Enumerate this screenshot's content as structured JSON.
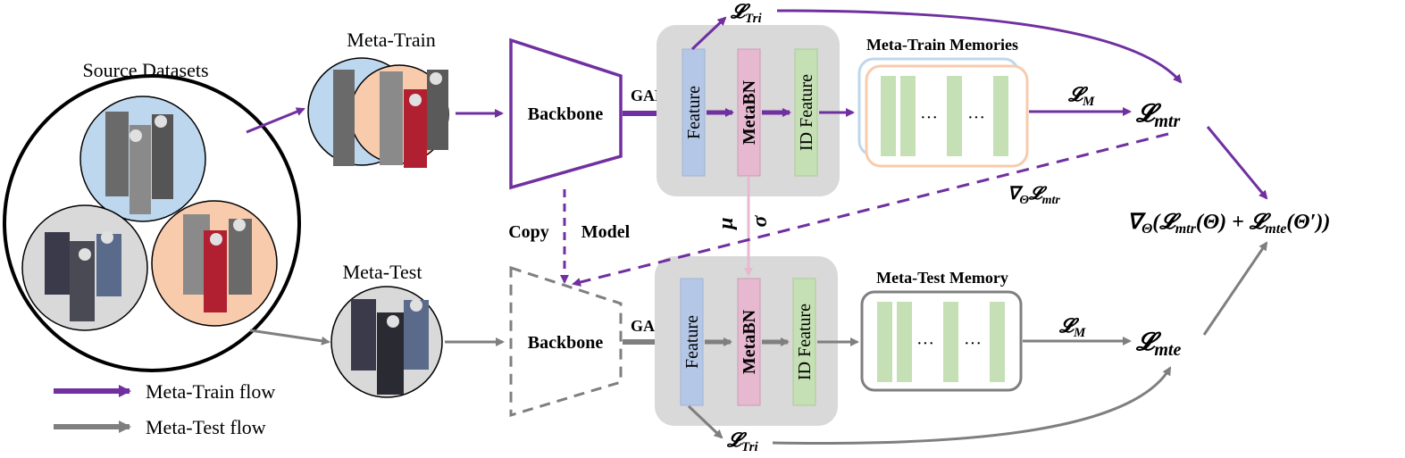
{
  "colors": {
    "train_flow": "#7030a0",
    "test_flow": "#7f7f7f",
    "feature_fill": "#b4c7e7",
    "metabn_fill": "#e6b9d1",
    "id_feature_fill": "#c5e0b4",
    "memory_cell": "#c5e0b4",
    "panel_gray": "#d9d9d9",
    "dataset_blue": "#bdd7ee",
    "dataset_orange": "#f8cbad",
    "dataset_gray": "#d9d9d9",
    "memory_blue_border": "#bdd7ee",
    "memory_orange_border": "#f8cbad",
    "pink_arrow": "#e6b9d1"
  },
  "labels": {
    "source_datasets": "Source Datasets",
    "meta_train": "Meta-Train",
    "meta_test": "Meta-Test",
    "backbone_top": "Backbone",
    "backbone_bottom": "Backbone",
    "gap_top": "GAP",
    "gap_bottom": "GAP",
    "feature_top": "Feature",
    "feature_bottom": "Feature",
    "metabn_top": "MetaBN",
    "metabn_bottom": "MetaBN",
    "id_feature_top": "ID Feature",
    "id_feature_bottom": "ID Feature",
    "meta_train_memories": "Meta-Train Memories",
    "meta_test_memory": "Meta-Test Memory",
    "copy": "Copy",
    "model": "Model",
    "mu": "μ",
    "sigma": "σ",
    "ellipsis": "···",
    "loss_tri_top": "𝓛",
    "loss_tri_top_sub": "Tri",
    "loss_tri_bottom": "𝓛",
    "loss_tri_bottom_sub": "Tri",
    "loss_m_top": "𝓛",
    "loss_m_top_sub": "M",
    "loss_m_bottom": "𝓛",
    "loss_m_bottom_sub": "M",
    "loss_mtr": "𝓛",
    "loss_mtr_sub": "mtr",
    "loss_mte": "𝓛",
    "loss_mte_sub": "mte",
    "grad_mtr": "∇",
    "grad_mtr_theta": "Θ",
    "grad_mtr_loss": "𝓛",
    "grad_mtr_loss_sub": "mtr",
    "final_grad": "∇",
    "final_theta": "Θ",
    "final_expr": "(𝓛",
    "final_sub1": "mtr",
    "final_mid": "(Θ) + 𝓛",
    "final_sub2": "mte",
    "final_end": "(Θ′))",
    "legend_train": "Meta-Train flow",
    "legend_test": "Meta-Test flow"
  }
}
